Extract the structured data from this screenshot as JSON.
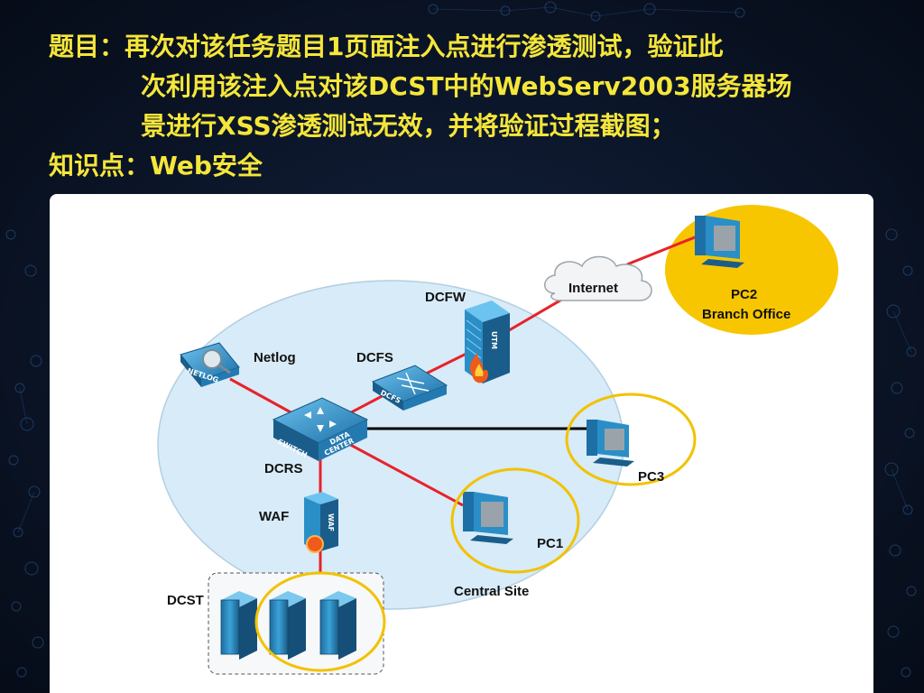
{
  "slide": {
    "title_label": "题目：",
    "title_lines": [
      "再次对该任务题目1页面注入点进行渗透测试，验证此",
      "次利用该注入点对该DCST中的WebServ2003服务器场",
      "景进行XSS渗透测试无效，并将验证过程截图；"
    ],
    "knowledge_label": "知识点：",
    "knowledge_value": "Web安全"
  },
  "diagram": {
    "central_site": "Central Site",
    "nodes": {
      "netlog": "Netlog",
      "netlog_device": "NETLOG",
      "dcfs": "DCFS",
      "dcfs_device": "DCFS",
      "dcfw": "DCFW",
      "utm_device": "UTM",
      "internet": "Internet",
      "pc2": "PC2",
      "branch_office": "Branch Office",
      "switch_line1": "SWITCH",
      "switch_line2": "DATA",
      "switch_line3": "CENTER",
      "dcrs": "DCRS",
      "pc3": "PC3",
      "waf": "WAF",
      "waf_device": "WAF",
      "pc1": "PC1",
      "dcst": "DCST"
    }
  },
  "colors": {
    "background": "#0b1426",
    "title_text": "#f5e63a",
    "central_site_fill": "#d7ebf8",
    "branch_fill": "#f7c600",
    "link_red": "#e8222a",
    "link_black": "#000000",
    "highlight_ring": "#f2c200",
    "device_blue": "#2a8fc7"
  }
}
